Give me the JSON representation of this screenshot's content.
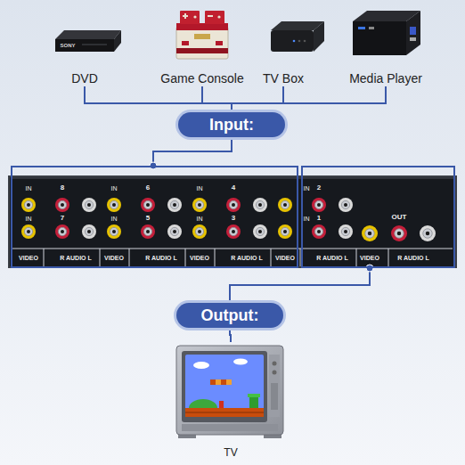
{
  "diagram": {
    "nodes": [
      {
        "text": [
          "DVD"
        ]
      },
      {
        "text": [
          "Game Console"
        ]
      },
      {
        "text": [
          "TV Box"
        ]
      },
      {
        "text": [
          "Media Player"
        ]
      },
      {
        "text": [
          "Input:"
        ]
      },
      {
        "text": [
          "IN",
          "8",
          "IN",
          "7",
          "VIDEO",
          "R AUDIO L",
          "IN",
          "6",
          "IN",
          "5",
          "VIDEO",
          "R AUDIO L",
          "IN",
          "4",
          "IN",
          "3",
          "VIDEO",
          "R AUDIO L",
          "VIDEO"
        ]
      },
      {
        "text": [
          "IN",
          "2",
          "IN",
          "1",
          "R AUDIO L",
          "OUT",
          "VIDEO",
          "R AUDIO L"
        ]
      },
      {
        "text": [
          "Output:"
        ]
      },
      {
        "text": [
          "TV"
        ]
      }
    ],
    "edges": [
      {
        "from": 0,
        "to": 4,
        "arrow": "none"
      },
      {
        "from": 1,
        "to": 4,
        "arrow": "none"
      },
      {
        "from": 2,
        "to": 4,
        "arrow": "none"
      },
      {
        "from": 3,
        "to": 4,
        "arrow": "none"
      },
      {
        "from": 4,
        "to": 5,
        "arrow": "none"
      },
      {
        "from": 6,
        "to": 7,
        "arrow": "none"
      },
      {
        "from": 7,
        "to": 8,
        "arrow": "none"
      }
    ],
    "labels": [
      "SONY"
    ]
  }
}
